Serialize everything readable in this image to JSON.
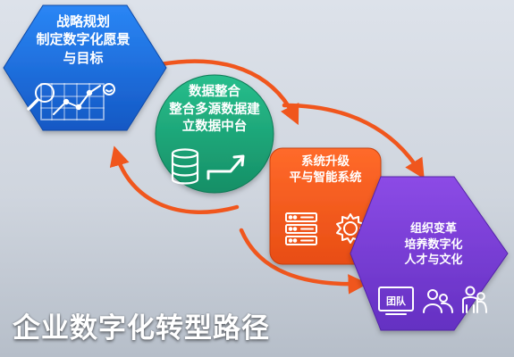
{
  "title": "企业数字化转型路径",
  "colors": {
    "strategy": "#1e6fe0",
    "data": "#1fa77a",
    "system": "#f45a1c",
    "org": "#7b3fd6",
    "arrow": "#f0561d"
  },
  "stages": [
    {
      "title": "战略规划",
      "desc_lines": [
        "制定数字化愿景",
        "与目标"
      ],
      "icon": "search-chart-icon"
    },
    {
      "title": "数据整合",
      "desc_lines": [
        "整合多源数据建",
        "立数据中台"
      ],
      "icon": "database-growth-icon"
    },
    {
      "title": "系统升级",
      "desc_lines": [
        "平与智能系统"
      ],
      "icon": "server-gear-icon"
    },
    {
      "title": "组织变革",
      "desc_lines": [
        "培养数字化",
        "人才与文化"
      ],
      "icon": "team-people-icon"
    }
  ],
  "team_icon_text": "团队"
}
